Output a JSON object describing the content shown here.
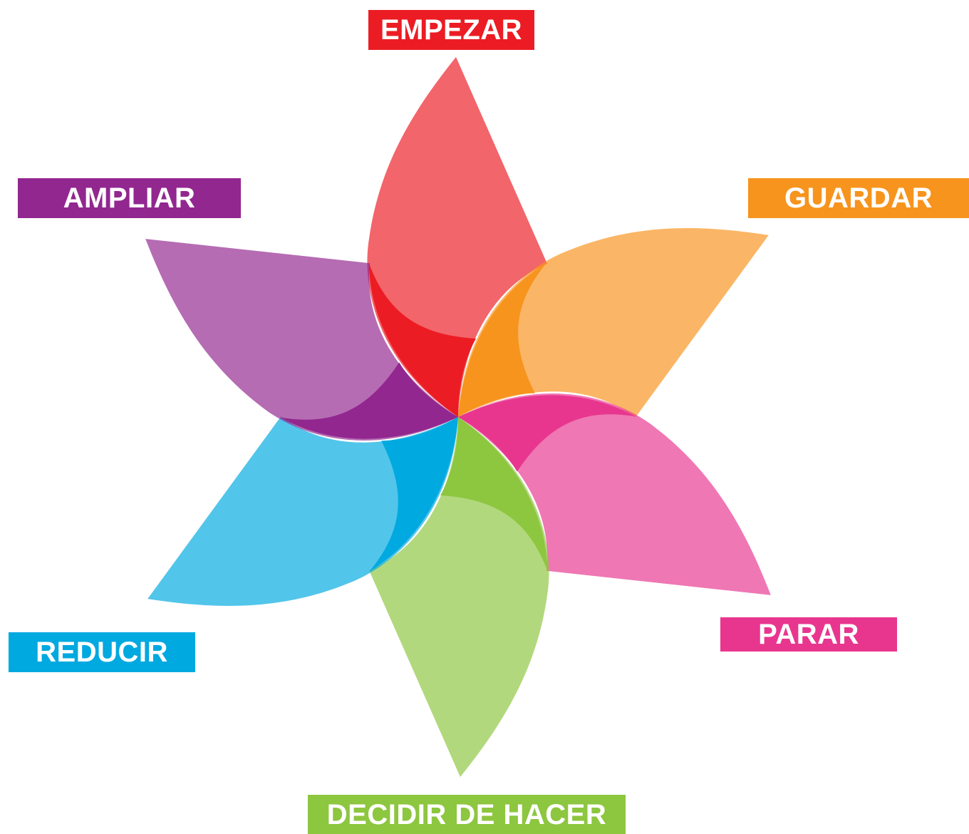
{
  "colors": {
    "red": "#ec1c24",
    "orange": "#f7941d",
    "pink": "#e8368f",
    "green": "#8dc63f",
    "blue": "#00a9e0",
    "purple": "#92278f"
  },
  "labels": {
    "empezar": "EMPEZAR",
    "ampliar": "AMPLIAR",
    "guardar": "GUARDAR",
    "reducir": "REDUCIR",
    "parar": "PARAR",
    "decidir": "DECIDIR DE HACER"
  }
}
